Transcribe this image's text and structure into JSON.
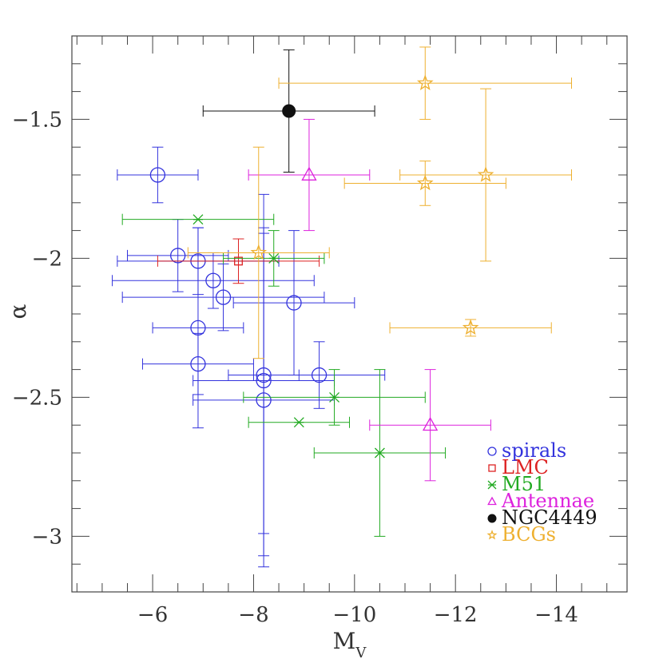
{
  "chart_data": {
    "type": "scatter",
    "xlabel": "M",
    "xlabel_sub": "V",
    "ylabel": "α",
    "xlim": [
      -4.4,
      -15.4
    ],
    "ylim": [
      -3.2,
      -1.2
    ],
    "x_ticks": [
      {
        "value": -6,
        "label": "−6"
      },
      {
        "value": -8,
        "label": "−8"
      },
      {
        "value": -10,
        "label": "−10"
      },
      {
        "value": -12,
        "label": "−12"
      },
      {
        "value": -14,
        "label": "−14"
      }
    ],
    "y_ticks": [
      {
        "value": -1.5,
        "label": "−1.5"
      },
      {
        "value": -2,
        "label": "−2"
      },
      {
        "value": -2.5,
        "label": "−2.5"
      },
      {
        "value": -3,
        "label": "−3"
      }
    ],
    "x_minor_step": 0.5,
    "y_minor_step": 0.1,
    "grid": false,
    "legend_position": "bottom-right",
    "series": [
      {
        "name": "spirals",
        "color": "#3333dd",
        "marker": "circle",
        "points": [
          {
            "x": -6.1,
            "y": -1.7,
            "xerr": 0.8,
            "yerr": 0.1
          },
          {
            "x": -6.5,
            "y": -1.99,
            "xerr": 1.0,
            "yerr": 0.13
          },
          {
            "x": -6.9,
            "y": -2.01,
            "xerr": 1.6,
            "yerr": 0.12
          },
          {
            "x": -7.2,
            "y": -2.08,
            "xerr": 2.0,
            "yerr": 0.1
          },
          {
            "x": -7.4,
            "y": -2.14,
            "xerr": 2.0,
            "yerr": 0.12
          },
          {
            "x": -6.9,
            "y": -2.25,
            "xerr": 0.9,
            "yerr": 0.36
          },
          {
            "x": -6.9,
            "y": -2.38,
            "xerr": 1.1,
            "yerr": 0.11
          },
          {
            "x": -8.8,
            "y": -2.16,
            "xerr": 1.2,
            "yerr": 0.26
          },
          {
            "x": -8.2,
            "y": -2.42,
            "xerr": 0.7,
            "yerr": 0.65
          },
          {
            "x": -8.2,
            "y": -2.44,
            "xerr": 1.4,
            "yerr": 0.55
          },
          {
            "x": -8.2,
            "y": -2.51,
            "xerr": 1.4,
            "yerr": 0.6
          },
          {
            "x": -9.3,
            "y": -2.42,
            "xerr": 1.3,
            "yerr": 0.12
          }
        ]
      },
      {
        "name": "LMC",
        "color": "#dd2222",
        "marker": "square",
        "points": [
          {
            "x": -7.7,
            "y": -2.01,
            "xerr": 1.6,
            "yerr": 0.08
          }
        ]
      },
      {
        "name": "M51",
        "color": "#22aa22",
        "marker": "cross",
        "points": [
          {
            "x": -6.9,
            "y": -1.86,
            "xerr": 1.5,
            "yerr": 0.0
          },
          {
            "x": -8.4,
            "y": -2.0,
            "xerr": 1.0,
            "yerr": 0.1
          },
          {
            "x": -9.6,
            "y": -2.5,
            "xerr": 1.8,
            "yerr": 0.1
          },
          {
            "x": -8.9,
            "y": -2.59,
            "xerr": 1.0,
            "yerr": 0.0
          },
          {
            "x": -10.5,
            "y": -2.7,
            "xerr": 1.3,
            "yerr": 0.3
          }
        ]
      },
      {
        "name": "Antennae",
        "color": "#dd22dd",
        "marker": "triangle",
        "points": [
          {
            "x": -9.1,
            "y": -1.7,
            "xerr": 1.2,
            "yerr": 0.2
          },
          {
            "x": -11.5,
            "y": -2.6,
            "xerr": 1.2,
            "yerr": 0.2
          }
        ]
      },
      {
        "name": "NGC4449",
        "color": "#111111",
        "marker": "filled-circle",
        "points": [
          {
            "x": -8.7,
            "y": -1.47,
            "xerr": 1.7,
            "yerr": 0.22
          }
        ]
      },
      {
        "name": "BCGs",
        "color": "#eeb030",
        "marker": "star",
        "points": [
          {
            "x": -11.4,
            "y": -1.37,
            "xerr": 2.9,
            "yerr": 0.13
          },
          {
            "x": -11.4,
            "y": -1.73,
            "xerr": 1.6,
            "yerr": 0.08
          },
          {
            "x": -12.6,
            "y": -1.7,
            "xerr": 1.7,
            "yerr": 0.31
          },
          {
            "x": -12.3,
            "y": -2.25,
            "xerr": 1.6,
            "yerr": 0.03
          },
          {
            "x": -8.1,
            "y": -1.98,
            "xerr": 1.4,
            "yerr": 0.38
          }
        ]
      }
    ]
  }
}
